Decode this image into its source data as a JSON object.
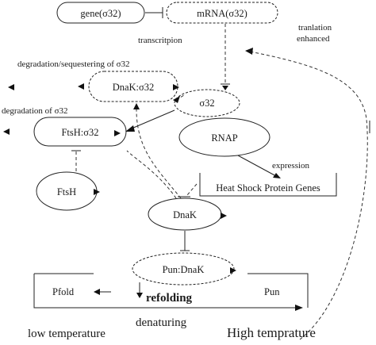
{
  "nodes": {
    "gene": "gene(σ32)",
    "mrna": "mRNA(σ32)",
    "dnak_sigma": "DnaK:σ32",
    "sigma32": "σ32",
    "ftsh_sigma": "FtsH:σ32",
    "rnap": "RNAP",
    "hsp_genes": "Heat Shock Protein Genes",
    "ftsh": "FtsH",
    "dnak": "DnaK",
    "pun_dnak": "Pun:DnaK",
    "pfold": "Pfold",
    "pun": "Pun"
  },
  "labels": {
    "transcription": "transcritpion",
    "translation_1": "tranlation",
    "translation_2": "enhanced",
    "degradation_seq": "degradation/sequestering of σ32",
    "degradation": "degradation of σ32",
    "expression": "expression",
    "refolding": "refolding",
    "denaturing": "denaturing",
    "low_temp": "low temperature",
    "high_temp": "High temprature"
  }
}
